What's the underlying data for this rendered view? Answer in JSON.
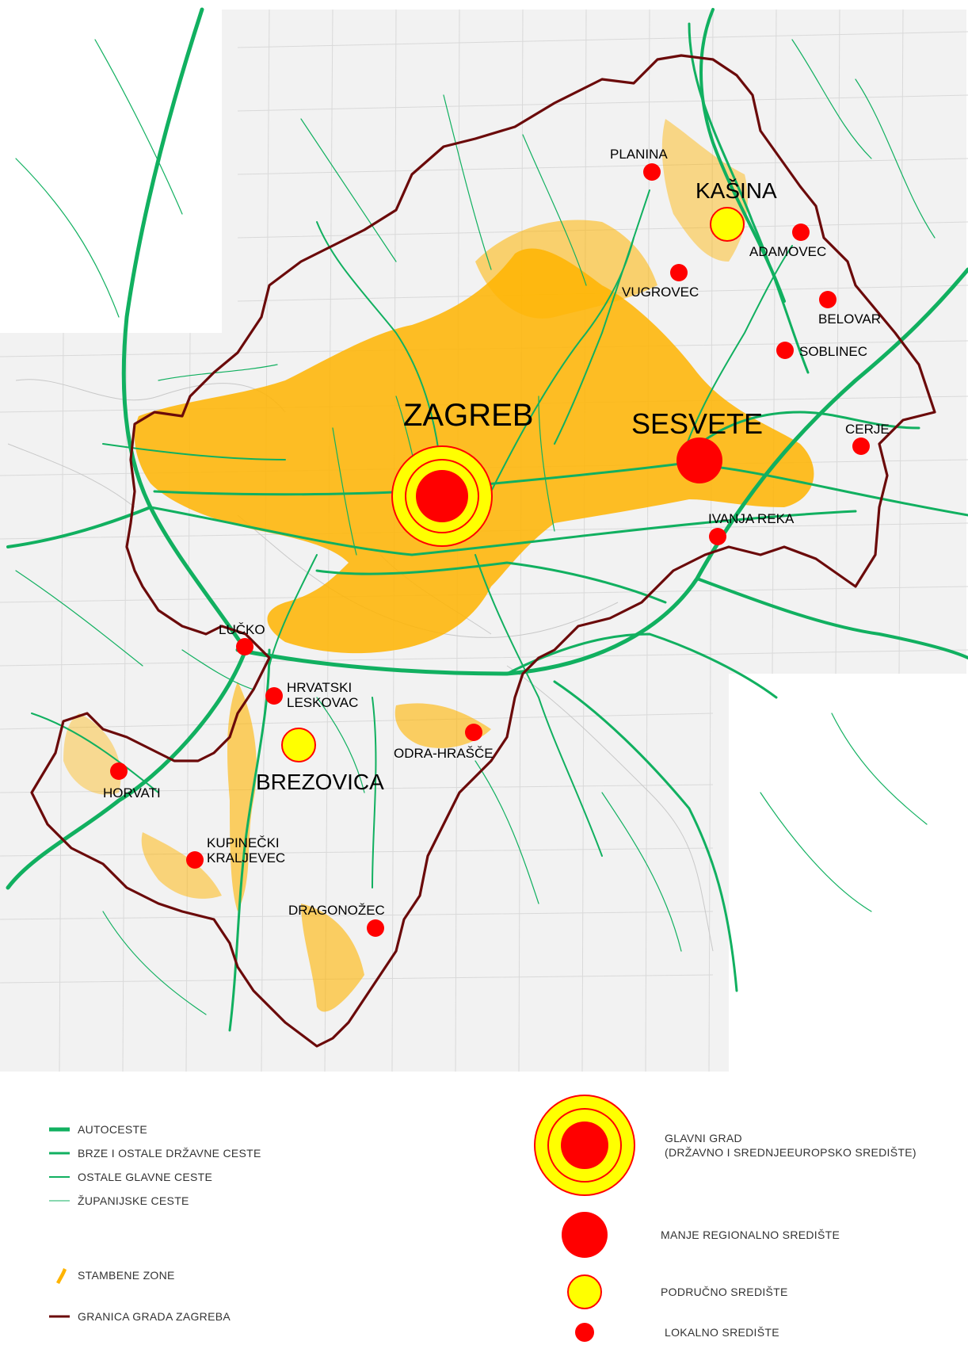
{
  "map": {
    "colors": {
      "boundary": "#6b0a0a",
      "roads": "#11b060",
      "residential": "#ffb400",
      "center_red": "#ff0000",
      "center_yellow": "#ffff00",
      "background_grid": "#d9d9d9"
    },
    "labels": {
      "zagreb": "ZAGREB",
      "sesvete": "SESVETE",
      "kasina": "KAŠINA",
      "brezovica": "BREZOVICA",
      "planina": "PLANINA",
      "adamovec": "ADAMOVEC",
      "vugrovec": "VUGROVEC",
      "belovar": "BELOVAR",
      "soblinec": "SOBLINEC",
      "cerje": "CERJE",
      "ivanja_reka": "IVANJA REKA",
      "lucko": "LUČKO",
      "hrvatski_leskovac_1": "HRVATSKI",
      "hrvatski_leskovac_2": "LESKOVAC",
      "odra_hrasce": "ODRA-HRAŠČE",
      "horvati": "HORVATI",
      "kupinecki_kraljevec_1": "KUPINEČKI",
      "kupinecki_kraljevec_2": "KRALJEVEC",
      "dragonozec": "DRAGONOŽEC"
    }
  },
  "legend": {
    "roads": [
      {
        "label": "AUTOCESTE",
        "icon": "motorway-line-icon"
      },
      {
        "label": "BRZE I OSTALE DRŽAVNE CESTE",
        "icon": "state-road-line-icon"
      },
      {
        "label": "OSTALE GLAVNE CESTE",
        "icon": "main-road-line-icon"
      },
      {
        "label": "ŽUPANIJSKE CESTE",
        "icon": "county-road-line-icon"
      }
    ],
    "residential": "STAMBENE ZONE",
    "boundary": "GRANICA GRADA ZAGREBA",
    "capital_line1": "GLAVNI GRAD",
    "capital_line2": "(DRŽAVNO I SREDNJEEUROPSKO SREDIŠTE)",
    "regional": "MANJE REGIONALNO SREDIŠTE",
    "area": "PODRUČNO SREDIŠTE",
    "local": "LOKALNO SREDIŠTE"
  }
}
